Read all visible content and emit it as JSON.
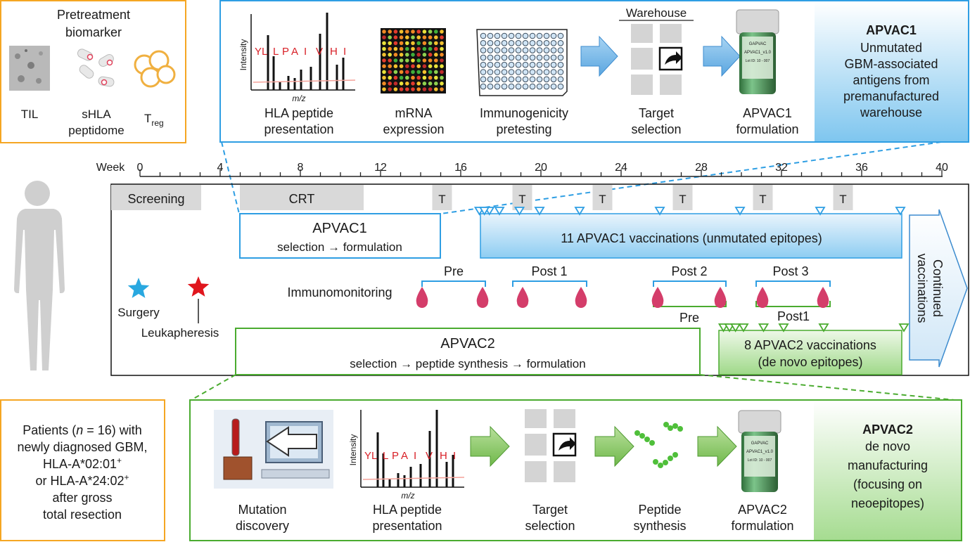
{
  "biomarker_box": {
    "title_line1": "Pretreatment",
    "title_line2": "biomarker",
    "items": [
      {
        "line1": "TIL",
        "line2": ""
      },
      {
        "line1": "sHLA",
        "line2": "peptidome"
      },
      {
        "line1": "T",
        "sub": "reg"
      }
    ]
  },
  "apvac1_panel": {
    "steps": [
      {
        "line1": "HLA peptide",
        "line2": "presentation"
      },
      {
        "line1": "mRNA",
        "line2": "expression"
      },
      {
        "line1": "Immunogenicity",
        "line2": "pretesting"
      },
      {
        "line1": "Target",
        "line2": "selection"
      },
      {
        "line1": "APVAC1",
        "line2": "formulation"
      }
    ],
    "warehouse_label": "Warehouse",
    "side_title": "APVAC1",
    "side_lines": [
      "Unmutated",
      "GBM-associated",
      "antigens from",
      "premanufactured",
      "warehouse"
    ],
    "accent_color": "#2e9ee3"
  },
  "spectrum": {
    "ylabel": "Intensity",
    "xlabel": "m/z",
    "sequence": [
      "Y",
      "L",
      "L",
      "P",
      "A",
      "I",
      "V",
      "H",
      "I"
    ]
  },
  "vial": {
    "label_line1": "APVAC1_v1.0",
    "label_line2": "GAPVAC",
    "label_line3": "Lot ID: 10 - 007"
  },
  "timeline": {
    "week_label": "Week",
    "ticks": [
      "0",
      "4",
      "8",
      "12",
      "16",
      "20",
      "24",
      "28",
      "32",
      "36",
      "40"
    ],
    "screening": "Screening",
    "crt": "CRT",
    "t_label": "T",
    "apvac1_select_title": "APVAC1",
    "apvac1_select_sub": "selection → formulation",
    "apvac1_vacc": "11 APVAC1 vaccinations (unmutated epitopes)",
    "continued_line1": "Continued",
    "continued_line2": "vaccinations",
    "surgery": "Surgery",
    "leukapheresis": "Leukapheresis",
    "immunomonitoring": "Immunomonitoring",
    "pre": "Pre",
    "post1": "Post 1",
    "post2": "Post 2",
    "post3": "Post 3",
    "pre_green": "Pre",
    "post1_green": "Post1",
    "apvac2_select_title": "APVAC2",
    "apvac2_select_sub": "selection →  peptide synthesis → formulation",
    "apvac2_vacc_line1": "8 APVAC2 vaccinations",
    "apvac2_vacc_line2": "(de novo epitopes)"
  },
  "patients_box": {
    "line1_a": "Patients (",
    "line1_n": "n",
    "line1_b": " = 16) with",
    "line2": "newly diagnosed GBM,",
    "line3": "HLA-A*02:01",
    "line3_sup": "+",
    "line4": "or HLA-A*24:02",
    "line4_sup": "+",
    "line5": "after gross",
    "line6": "total resection"
  },
  "apvac2_panel": {
    "steps": [
      {
        "line1": "Mutation",
        "line2": "discovery"
      },
      {
        "line1": "HLA peptide",
        "line2": "presentation"
      },
      {
        "line1": "Target",
        "line2": "selection"
      },
      {
        "line1": "Peptide",
        "line2": "synthesis"
      },
      {
        "line1": "APVAC2",
        "line2": "formulation"
      }
    ],
    "side_title": "APVAC2",
    "side_lines": [
      "de novo",
      "manufacturing",
      "(focusing on",
      "neoepitopes)"
    ],
    "accent_color": "#4aab2f"
  },
  "colors": {
    "orange_border": "#f5a623",
    "blue": "#2e9ee3",
    "green": "#4aab2f",
    "gray_bar": "#d9d9d9",
    "blood": "#d43d6a"
  }
}
